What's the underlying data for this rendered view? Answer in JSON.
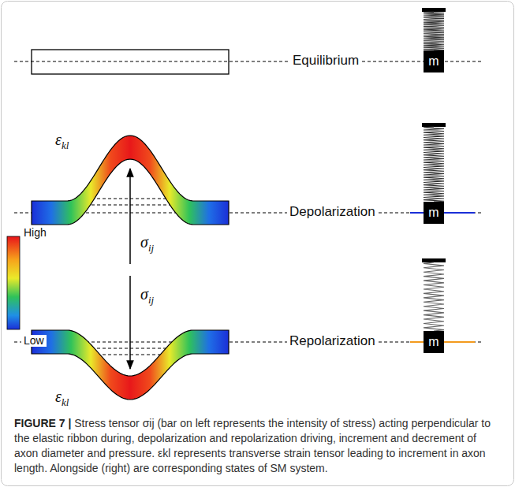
{
  "diagram": {
    "caption": "FIGURE 7 | Stress tensor σij (bar on left represents the intensity of stress) acting perpendicular to the elastic ribbon during, depolarization and repolarization driving, increment and decrement of axon diameter and pressure. εkl represents transverse strain tensor leading to increment in axon length. Alongside (right) are corresponding states of SM system.",
    "nodes": [
      {
        "text": [
          "m"
        ]
      },
      {
        "text": [
          "m"
        ]
      },
      {
        "text": [
          "m"
        ]
      }
    ],
    "labels": [
      "Equilibrium",
      "εkl",
      "Depolarization",
      "σij",
      "High",
      "σij",
      "Low",
      "Repolarization",
      "εkl"
    ]
  }
}
